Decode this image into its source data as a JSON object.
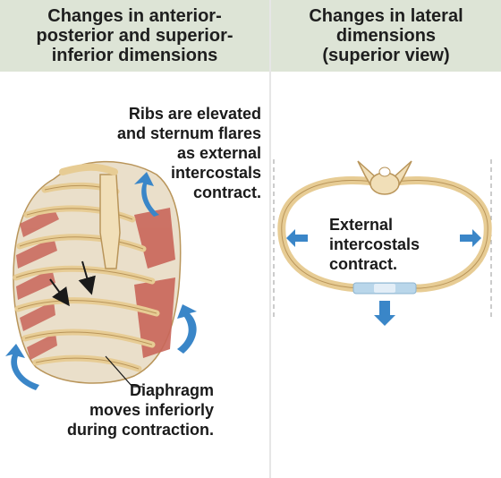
{
  "headers": {
    "left": "Changes in anterior-\nposterior and superior-\ninferior dimensions",
    "right": "Changes in lateral\ndimensions\n(superior view)"
  },
  "labels": {
    "ribs_elevated": "Ribs are elevated\nand sternum flares\nas external\nintercostals\ncontract.",
    "diaphragm": "Diaphragm\nmoves inferiorly\nduring contraction.",
    "external_intercostals": "External\nintercostals\ncontract."
  },
  "colors": {
    "header_bg": "#dde4d6",
    "bone": "#f1dfb8",
    "bone_outline": "#b9955a",
    "muscle": "#c9665a",
    "arrow_blue": "#3a86c8",
    "cartilage_blue": "#b9d6ea"
  }
}
